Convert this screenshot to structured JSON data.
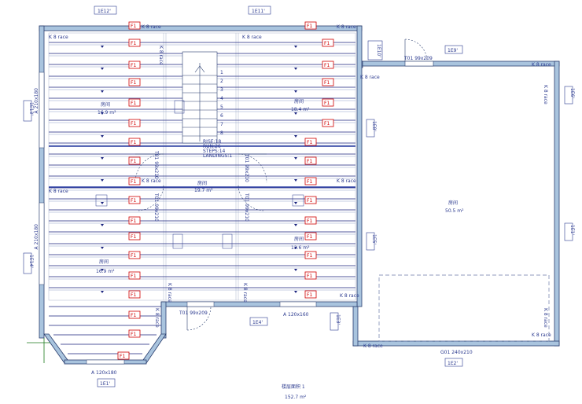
{
  "tags": {
    "t_top1": "1E12'",
    "t_top2": "1E11'",
    "t_left1": "1E13'",
    "t_left2": "1E14'",
    "t_door_ext": "1E10'",
    "t_garage_top": "1E9'",
    "t_garage_left": "1E8'",
    "t_garage_right1": "1E6'",
    "t_garage_right2": "1E5'",
    "t_right_mid": "1E1'",
    "t_bottom_mid": "1E4'",
    "t_bottom_right": "1E3'",
    "t_bottom_left": "1E1'",
    "t_garage_bottom": "1E2'"
  },
  "wall_labels": {
    "kbrace": "K 8 race",
    "kbrace_b": "K 8 race",
    "kbrace_c": "K 8 race",
    "kbrace_d": "K 8 race",
    "kbrace_e": "K 8 race",
    "kbrace_f": "K 8 race",
    "kbrace_g": "K 8 race",
    "kbrace_h": "K 8 race",
    "kbrace_i": "K 8 race",
    "kbrace_j": "K 8 race",
    "kbrace_k": "K 8 race",
    "kbrace_l": "K 8 race",
    "kbrace_v1": "K 8 race",
    "kbrace_v2": "K 8 race",
    "kbrace_v3": "K 8 race",
    "kbrace_v4": "K 8 race",
    "kbrace_v5": "K 8 race",
    "kbrace_v6": "K 8 race"
  },
  "openings": {
    "door_garage_top": "T01 99x209",
    "door_bottom": "T01 99x209",
    "win_left1": "A 210x180",
    "win_left2": "A 210x180",
    "win_bottom_mid": "A 120x160",
    "win_bay": "A 120x180",
    "win_garage": "G01 240x210",
    "door_side": "T01 99x210",
    "door_side2": "T01 99x210",
    "door_side3": "T01 99x210",
    "door_side4": "T01 99x210"
  },
  "rooms": {
    "r1_name": "房间",
    "r1_area": "16.9 m²",
    "r2_name": "房间",
    "r2_area": "18.4 m²",
    "r3_name": "房间",
    "r3_area": "19.7 m²",
    "r4_name": "房间",
    "r4_area": "12.6 m²",
    "r5_name": "房间",
    "r5_area": "16.9 m²",
    "r6_name": "房间",
    "r6_area": "50.5 m²"
  },
  "stair": {
    "line1": "RISE:18",
    "line2": "RUN:26",
    "line3": "STEPS:14",
    "line4": "LANDINGS:1",
    "steps": [
      "1",
      "2",
      "3",
      "4",
      "5",
      "6",
      "7",
      "8"
    ]
  },
  "f_label": "F1",
  "floor_area_title": "楼层面积 1",
  "floor_area_value": "152.7 m²",
  "colors": {
    "wall_fill": "#a9c4de",
    "joist": "#1a237e",
    "f_tag": "#d10000",
    "text": "#2b3a8f"
  }
}
